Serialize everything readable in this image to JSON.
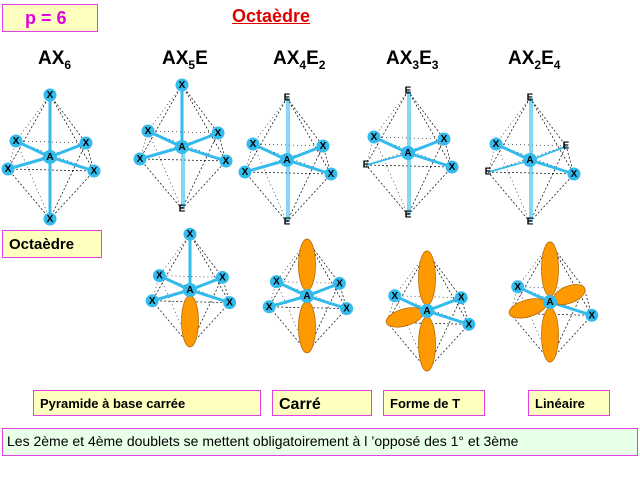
{
  "p_label": "p = 6",
  "title": "Octaèdre",
  "formulas": [
    {
      "base": "AX",
      "sub1": "6",
      "mid": "",
      "sub2": ""
    },
    {
      "base": "AX",
      "sub1": "5",
      "mid": "E",
      "sub2": ""
    },
    {
      "base": "AX",
      "sub1": "4",
      "mid": "E",
      "sub2": "2"
    },
    {
      "base": "AX",
      "sub1": "3",
      "mid": "E",
      "sub2": "3"
    },
    {
      "base": "AX",
      "sub1": "2",
      "mid": "E",
      "sub2": "4"
    }
  ],
  "atoms": {
    "center": "A",
    "ligand": "X",
    "lone_pair": "E"
  },
  "shape_labels": {
    "octahedron": "Octaèdre",
    "square_pyramid": "Pyramide à base carrée",
    "square": "Carré",
    "t_shape": "Forme de T",
    "linear": "Linéaire"
  },
  "note": "Les 2ème et 4ème doublets se mettent obligatoirement à l ’opposé des 1° et 3ème",
  "colors": {
    "bond": "#33bbee",
    "atom": "#33bbee",
    "lobe": "#ff9900",
    "title": "#e00000",
    "p_text": "#e000e0"
  }
}
